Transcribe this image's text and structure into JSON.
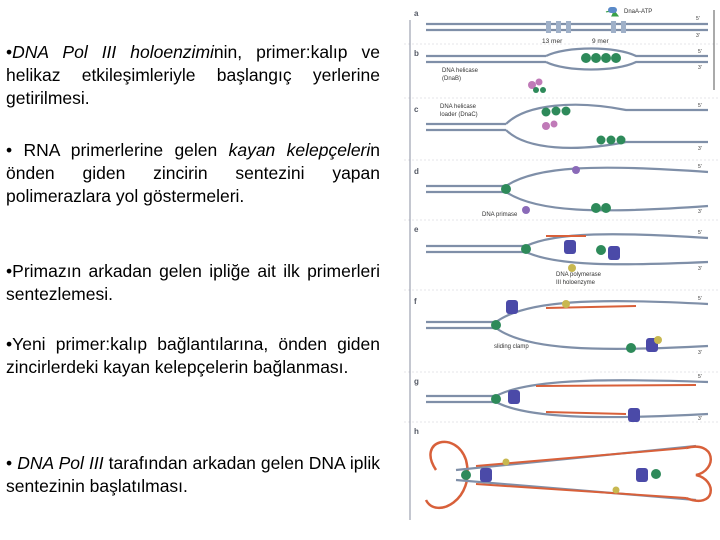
{
  "bullets": [
    {
      "mark": "•",
      "em": "DNA Pol III holoenzimi",
      "rest": "nin, primer:kalıp ve helikaz etkileşimleriyle başlangıç yerlerine getirilmesi."
    },
    {
      "mark": "• ",
      "pre": " RNA primerlerine gelen ",
      "em": "kayan kelepçeleri",
      "rest": "n önden giden zincirin sentezini yapan polimerazlara yol göstermeleri."
    },
    {
      "mark": "•",
      "text": "Primazın arkadan gelen ipliğe ait ilk primerleri sentezlemesi."
    },
    {
      "mark": "•",
      "text": "Yeni primer:kalıp bağlantılarına, önden giden zincirlerdeki kayan kelepçelerin bağlanması."
    },
    {
      "mark": "• ",
      "em": "DNA Pol III",
      "rest": " tarafından arkadan gelen DNA iplik sentezinin başlatılması."
    }
  ],
  "figure": {
    "panels": [
      "a",
      "b",
      "c",
      "d",
      "e",
      "f",
      "g",
      "h"
    ],
    "labels": {
      "dnaA_atp": "DnaA-ATP",
      "mer13": "13 mer",
      "mer9": "9 mer",
      "helicase": "DNA helicase",
      "helicase_sub": "(DnaB)",
      "loader": "DNA helicase",
      "loader_sub": "loader (DnaC)",
      "primase": "DNA primase",
      "polymerase": "DNA polymerase",
      "polymerase_sub": "III holoenzyme",
      "clamp": "sliding clamp"
    },
    "ends": [
      "5'",
      "3'"
    ],
    "colors": {
      "strand": "#7f8fa8",
      "helicase": "#2e8a5a",
      "primase": "#8a6ab8",
      "polymerase": "#4b4aa8",
      "clamp": "#c8b850",
      "newdna": "#d8603a",
      "arrow": "#3aa048"
    }
  }
}
